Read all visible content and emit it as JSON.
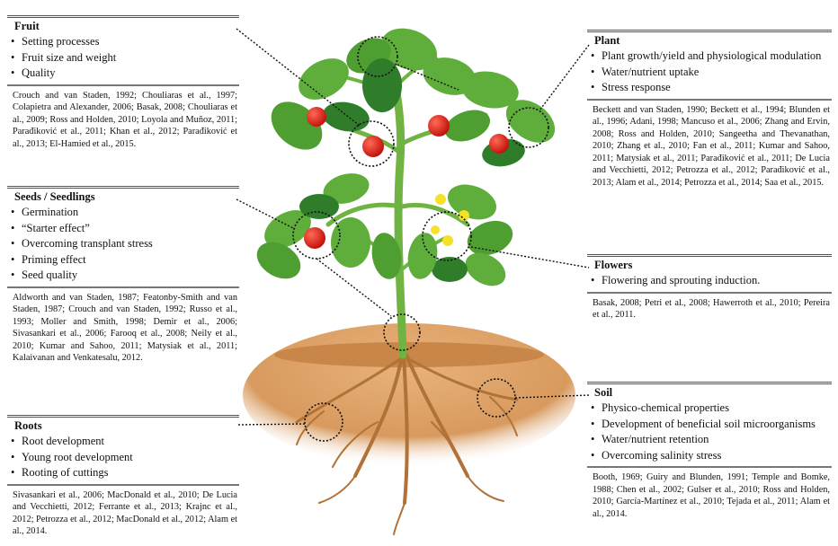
{
  "panels": {
    "fruit": {
      "title": "Fruit",
      "items": [
        "Setting processes",
        "Fruit size and weight",
        "Quality"
      ],
      "references": "Crouch and van Staden, 1992; Chouliaras et al., 1997; Colapietra and Alexander, 2006; Basak, 2008; Chouliaras et al., 2009; Ross and Holden, 2010; Loyola and Muñoz, 2011; Parađiković et al., 2011; Khan et al., 2012; Parađiković et al., 2013; El-Hamied et al., 2015."
    },
    "seeds": {
      "title": "Seeds / Seedlings",
      "items": [
        "Germination",
        "“Starter effect”",
        "Overcoming transplant stress",
        "Priming effect",
        "Seed quality"
      ],
      "references": "Aldworth and van Staden, 1987; Featonby-Smith and van Staden, 1987; Crouch and van Staden, 1992; Russo et al., 1993; Moller and Smith, 1998; Demir et al., 2006; Sivasankari et al., 2006; Farooq et al., 2008; Neily et al., 2010; Kumar and Sahoo, 2011; Matysiak et al., 2011; Kalaivanan and Venkatesalu, 2012."
    },
    "roots": {
      "title": "Roots",
      "items": [
        "Root development",
        "Young root development",
        "Rooting of cuttings"
      ],
      "references": "Sivasankari et al., 2006; MacDonald et al., 2010; De Lucia and Vecchietti, 2012; Ferrante et al., 2013; Krajnc et al., 2012; Petrozza et al., 2012; MacDonald et al., 2012; Alam et al., 2014."
    },
    "plant": {
      "title": "Plant",
      "items": [
        "Plant growth/yield and physiological modulation",
        "Water/nutrient uptake",
        "Stress response"
      ],
      "references": "Beckett and van Staden, 1990; Beckett et al., 1994; Blunden et al., 1996; Adani, 1998; Mancuso et al., 2006; Zhang and Ervin, 2008; Ross and Holden, 2010; Sangeetha and Thevanathan, 2010; Zhang et al., 2010; Fan et al., 2011; Kumar and Sahoo, 2011; Matysiak et al., 2011; Parađiković et al., 2011; De Lucia and Vecchietti, 2012; Petrozza et al., 2012; Parađiković et al., 2013; Alam et al., 2014; Petrozza et al., 2014; Saa et al., 2015."
    },
    "flowers": {
      "title": "Flowers",
      "items": [
        "Flowering and sprouting induction."
      ],
      "references": "Basak, 2008; Petri et al., 2008; Hawerroth et al., 2010; Pereira et al., 2011."
    },
    "soil": {
      "title": "Soil",
      "items": [
        "Physico-chemical properties",
        "Development of beneficial soil microorganisms",
        "Water/nutrient retention",
        "Overcoming salinity stress"
      ],
      "references": "Booth, 1969; Guiry and Blunden, 1991; Temple and Bomke, 1988; Chen et al., 2002; Gulser et al., 2010; Ross and Holden, 2010; García-Martínez et al., 2010; Tejada et al., 2011; Alam et al., 2014."
    }
  },
  "bullet": "•",
  "colors": {
    "leaf": "#5fae3c",
    "leaf_dark": "#2f7d2a",
    "stem": "#7cbf4a",
    "tomato": "#e0251c",
    "soil": "#d89a5e",
    "root": "#b5793a",
    "flower": "#f5e02a"
  }
}
